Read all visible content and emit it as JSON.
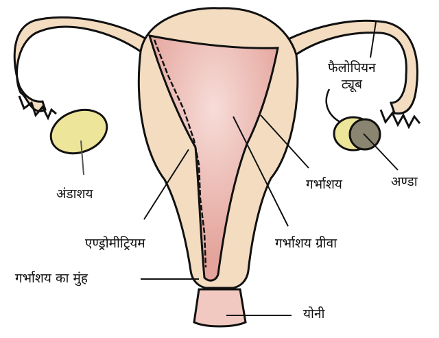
{
  "labels": {
    "ovary": "अंडाशय",
    "fallopian_line1": "फैलोपियन",
    "fallopian_line2": "ट्यूब",
    "egg": "अण्डा",
    "uterus": "गर्भाशय",
    "endometrium": "एण्ड्रोमीट्रियम",
    "cervix": "गर्भाशय ग्रीवा",
    "cervix_mouth": "गर्भाशय का मुंह",
    "vagina": "योनी"
  },
  "colors": {
    "tissue": "#f3dcc0",
    "inner": "#e8a9a0",
    "inner_light": "#f6d5d2",
    "ovary": "#ede59a",
    "egg": "#8a8570",
    "outline": "#111111"
  }
}
